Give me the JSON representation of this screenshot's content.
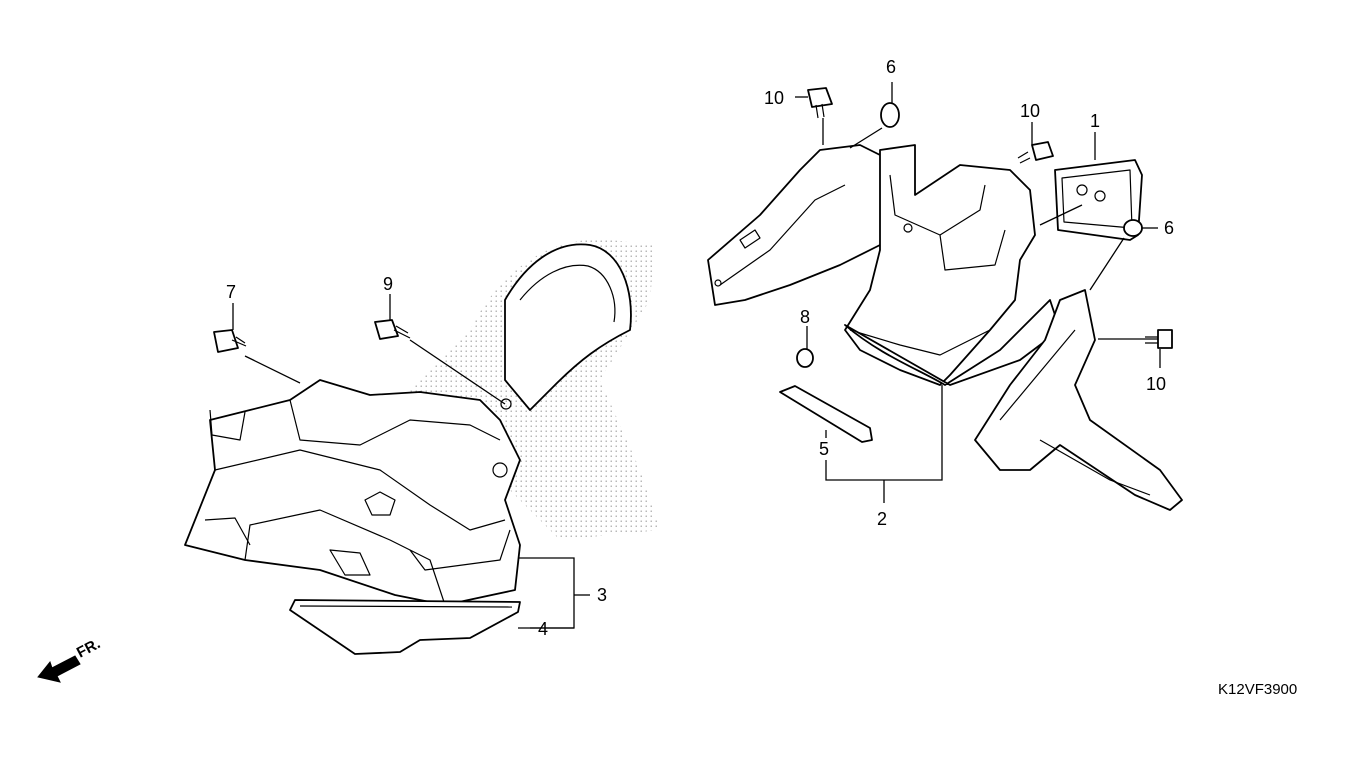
{
  "diagram_code": "K12VF3900",
  "direction_label": "FR.",
  "callouts": [
    {
      "id": "c1",
      "label": "1"
    },
    {
      "id": "c2",
      "label": "2"
    },
    {
      "id": "c3",
      "label": "3"
    },
    {
      "id": "c4",
      "label": "4"
    },
    {
      "id": "c5",
      "label": "5"
    },
    {
      "id": "c6a",
      "label": "6"
    },
    {
      "id": "c6b",
      "label": "6"
    },
    {
      "id": "c7",
      "label": "7"
    },
    {
      "id": "c8",
      "label": "8"
    },
    {
      "id": "c9",
      "label": "9"
    },
    {
      "id": "c10a",
      "label": "10"
    },
    {
      "id": "c10b",
      "label": "10"
    },
    {
      "id": "c10c",
      "label": "10"
    }
  ]
}
